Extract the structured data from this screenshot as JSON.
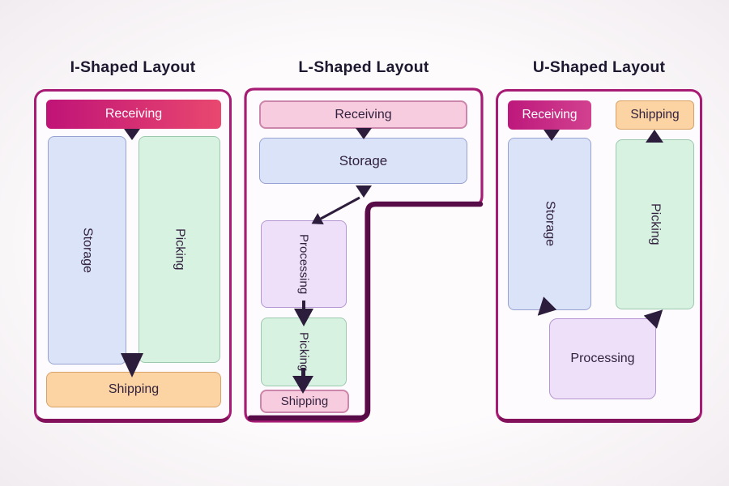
{
  "palette": {
    "container_border": "#a81b74",
    "container_fill": "#fdfbfd",
    "container_shadow": "#570c47",
    "container_shadow_soft": "#83115c",
    "arrow": "#2d1d3d",
    "title_text": "#1e1930",
    "label_text": "#32223f",
    "receiving_grad_start": "#c01377",
    "receiving_grad_end": "#e9486f",
    "receiving_u_grad_start": "#bd187c",
    "receiving_u_grad_end": "#d2418f",
    "pink_fill": "#f8ccdf",
    "pink_border": "#cc85ab",
    "blue_fill": "#dae3f7",
    "blue_border": "#97a2d2",
    "green_fill": "#d8f2e1",
    "green_border": "#9cc9ad",
    "orange_fill": "#fcd3a3",
    "orange_border": "#d8a266",
    "lavender_fill": "#eee0f8",
    "lavender_border": "#b496d2"
  },
  "diagrams": [
    {
      "title": "I-Shaped Layout",
      "nodes": {
        "receiving": "Receiving",
        "storage": "Storage",
        "picking": "Picking",
        "shipping": "Shipping"
      },
      "flows": [
        {
          "from": "Receiving",
          "to": "Shipping"
        }
      ]
    },
    {
      "title": "L-Shaped Layout",
      "nodes": {
        "receiving": "Receiving",
        "storage": "Storage",
        "processing": "Processing",
        "picking": "Picking",
        "shipping": "Shipping"
      },
      "flows": [
        {
          "from": "Receiving",
          "to": "Storage"
        },
        {
          "from": "Storage",
          "to": "Processing"
        },
        {
          "from": "Processing",
          "to": "Picking"
        },
        {
          "from": "Picking",
          "to": "Shipping"
        }
      ]
    },
    {
      "title": "U-Shaped Layout",
      "nodes": {
        "receiving": "Receiving",
        "shipping": "Shipping",
        "storage": "Storage",
        "picking": "Picking",
        "processing": "Processing"
      },
      "flows": [
        {
          "from": "Receiving",
          "to": "Storage"
        },
        {
          "from": "Storage",
          "to": "Processing"
        },
        {
          "from": "Processing",
          "to": "Picking"
        },
        {
          "from": "Picking",
          "to": "Shipping"
        }
      ]
    }
  ]
}
